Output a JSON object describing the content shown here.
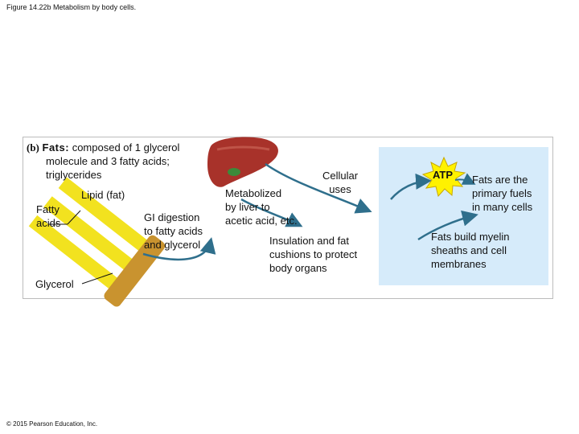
{
  "figure_caption": "Figure 14.22b Metabolism by body cells.",
  "copyright": "© 2015 Pearson Education, Inc.",
  "panel": {
    "label": "(b)",
    "heading": "Fats:",
    "description_line1": "composed of 1 glycerol",
    "description_rest": "molecule and 3 fatty acids;\ntriglycerides"
  },
  "labels": {
    "lipid": "Lipid (fat)",
    "fatty_acids": "Fatty\nacids",
    "glycerol": "Glycerol",
    "gi_digestion": "GI digestion\nto fatty acids\nand glycerol",
    "metabolized": "Metabolized\nby liver to\nacetic acid, etc.",
    "cellular_uses": "Cellular\nuses",
    "insulation": "Insulation and fat\ncushions to protect\nbody organs",
    "atp": "ATP",
    "primary_fuels": "Fats are the\nprimary fuels\nin many cells",
    "myelin": "Fats build myelin\nsheaths and cell\nmembranes"
  },
  "colors": {
    "fatty_acid_yellow": "#f2e21f",
    "glycerol_tan": "#c9932f",
    "liver_red": "#a8322a",
    "gallbladder_green": "#3c8a3a",
    "arrow_teal": "#2f6f8c",
    "atp_burst": "#fff200",
    "blue_box": "#d6ebfa"
  }
}
